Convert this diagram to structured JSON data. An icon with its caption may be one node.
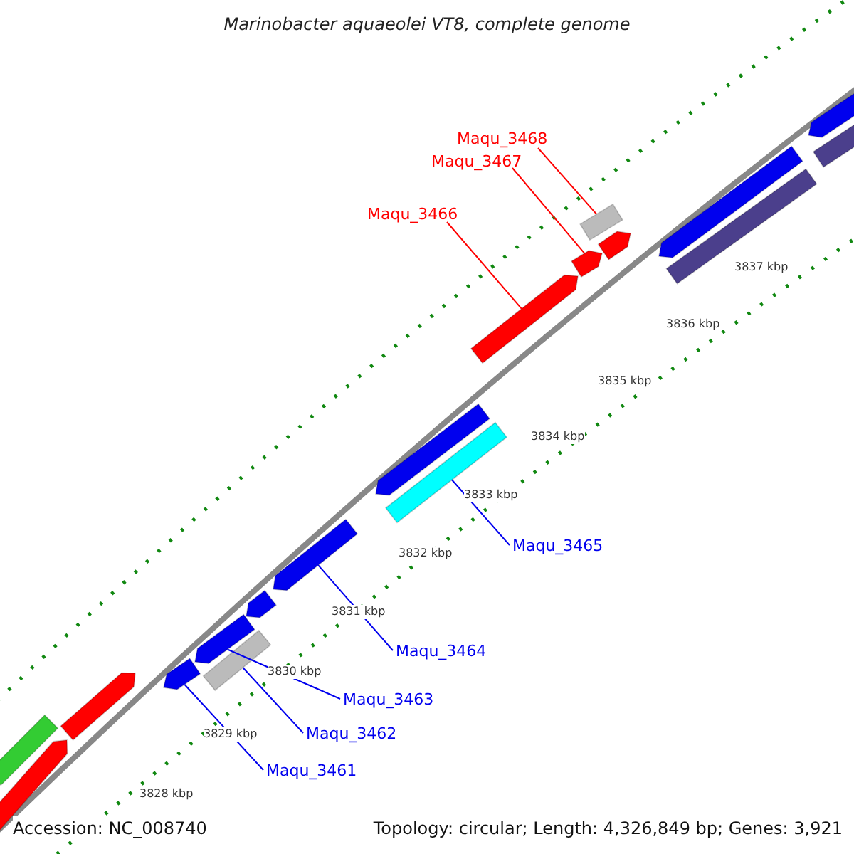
{
  "diagram": {
    "title": "Marinobacter aquaeolei VT8, complete genome",
    "nodes": [
      {
        "text": [
          "Maqu_3468"
        ]
      },
      {
        "text": [
          "Maqu_3467"
        ]
      },
      {
        "text": [
          "Maqu_3466"
        ]
      },
      {
        "text": [
          "Maqu_3465"
        ]
      },
      {
        "text": [
          "Maqu_3464"
        ]
      },
      {
        "text": [
          "Maqu_3463"
        ]
      },
      {
        "text": [
          "Maqu_3462"
        ]
      },
      {
        "text": [
          "Maqu_3461"
        ]
      },
      {
        "text": [],
        "shape": "bar"
      },
      {
        "text": [],
        "shape": "bar"
      },
      {
        "text": [],
        "shape": "bar"
      },
      {
        "text": [],
        "shape": "bar"
      },
      {
        "text": [],
        "shape": "bar"
      },
      {
        "text": [],
        "shape": "bar"
      },
      {
        "text": [],
        "shape": "bar"
      },
      {
        "text": [],
        "shape": "bar"
      },
      {
        "text": [],
        "shape": "bar"
      },
      {
        "text": [],
        "shape": "bar"
      },
      {
        "text": [],
        "shape": "bar"
      },
      {
        "text": [],
        "shape": "bar"
      },
      {
        "text": [],
        "shape": "bar"
      },
      {
        "text": [],
        "shape": "bar"
      },
      {
        "text": [],
        "shape": "bar"
      },
      {
        "text": [],
        "shape": "bar"
      },
      {
        "text": [],
        "shape": "bar"
      },
      {
        "text": [],
        "shape": "bar"
      }
    ],
    "edges": [
      {
        "from": 0,
        "to": 20,
        "arrow": "none",
        "color": "#ff0000"
      },
      {
        "from": 1,
        "to": 19,
        "arrow": "none",
        "color": "#ff0000"
      },
      {
        "from": 2,
        "to": 18,
        "arrow": "none",
        "color": "#ff0000"
      },
      {
        "from": 3,
        "to": 17,
        "arrow": "none"
      },
      {
        "from": 4,
        "to": 15,
        "arrow": "none"
      },
      {
        "from": 5,
        "to": 12,
        "arrow": "none"
      },
      {
        "from": 6,
        "to": 13,
        "arrow": "none"
      },
      {
        "from": 7,
        "to": 11,
        "arrow": "none"
      }
    ],
    "labels": [
      "3837 kbp",
      "3836 kbp",
      "3835 kbp",
      "3834 kbp",
      "3833 kbp",
      "3832 kbp",
      "3831 kbp",
      "3830 kbp",
      "3829 kbp",
      "3828 kbp",
      "Accession: NC_008740",
      "Topology: circular; Length: 4,326,849 bp; Genes: 3,921"
    ]
  }
}
